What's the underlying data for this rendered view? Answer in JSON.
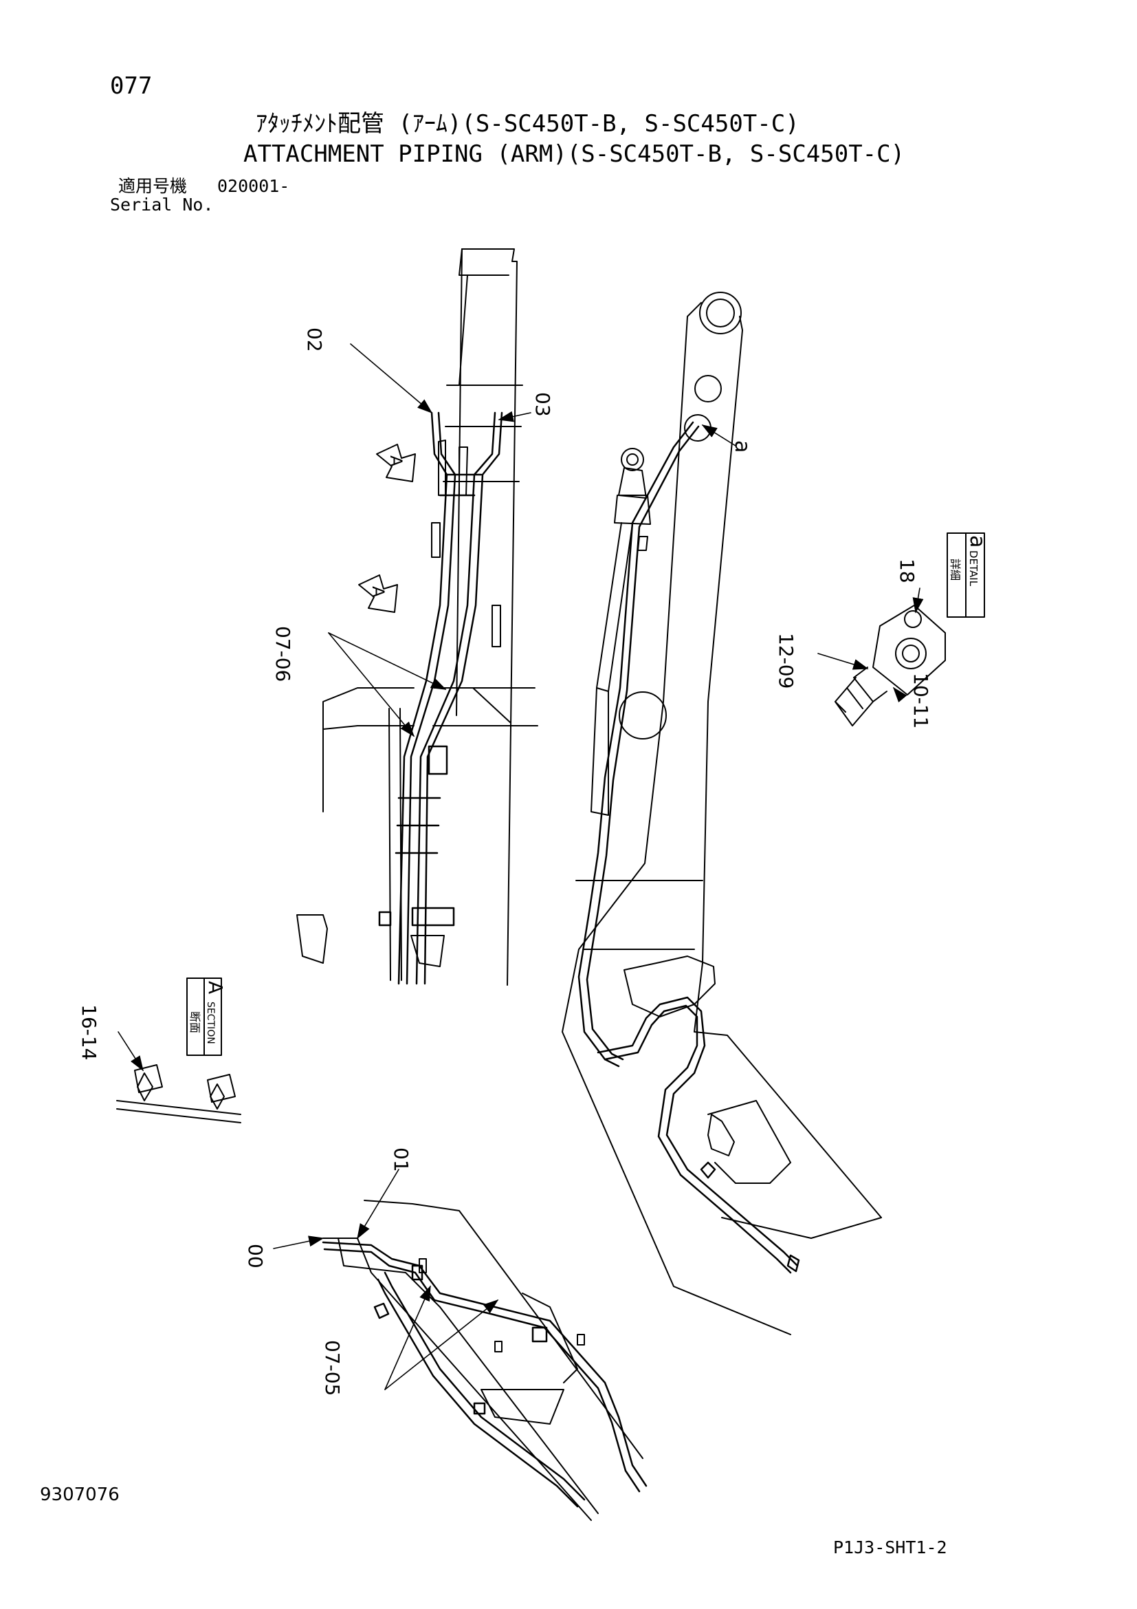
{
  "header": {
    "page_number": "077",
    "title_jp": "ｱﾀｯﾁﾒﾝﾄ配管 (ｱｰﾑ)(S-SC450T-B, S-SC450T-C)",
    "title_en": "ATTACHMENT PIPING (ARM)(S-SC450T-B, S-SC450T-C)",
    "serial_label_jp": "適用号機",
    "serial_value": "020001-",
    "serial_label_en": "Serial No."
  },
  "callouts": {
    "c02": "02",
    "c03": "03",
    "c07_06": "07-06",
    "ca": "a",
    "c18": "18",
    "c12_09": "12-09",
    "c10_11": "10-11",
    "c16_14": "16-14",
    "c01": "01",
    "c00": "00",
    "c07_05": "07-05"
  },
  "view_markers": {
    "a1": "A",
    "a2": "A"
  },
  "detail_box": {
    "jp": "詳細",
    "en": "DETAIL",
    "letter": "a"
  },
  "section_box": {
    "jp": "断面",
    "en": "SECTION",
    "letter": "A"
  },
  "footer": {
    "doc_number": "9307076",
    "sheet_id": "P1J3-SHT1-2"
  }
}
